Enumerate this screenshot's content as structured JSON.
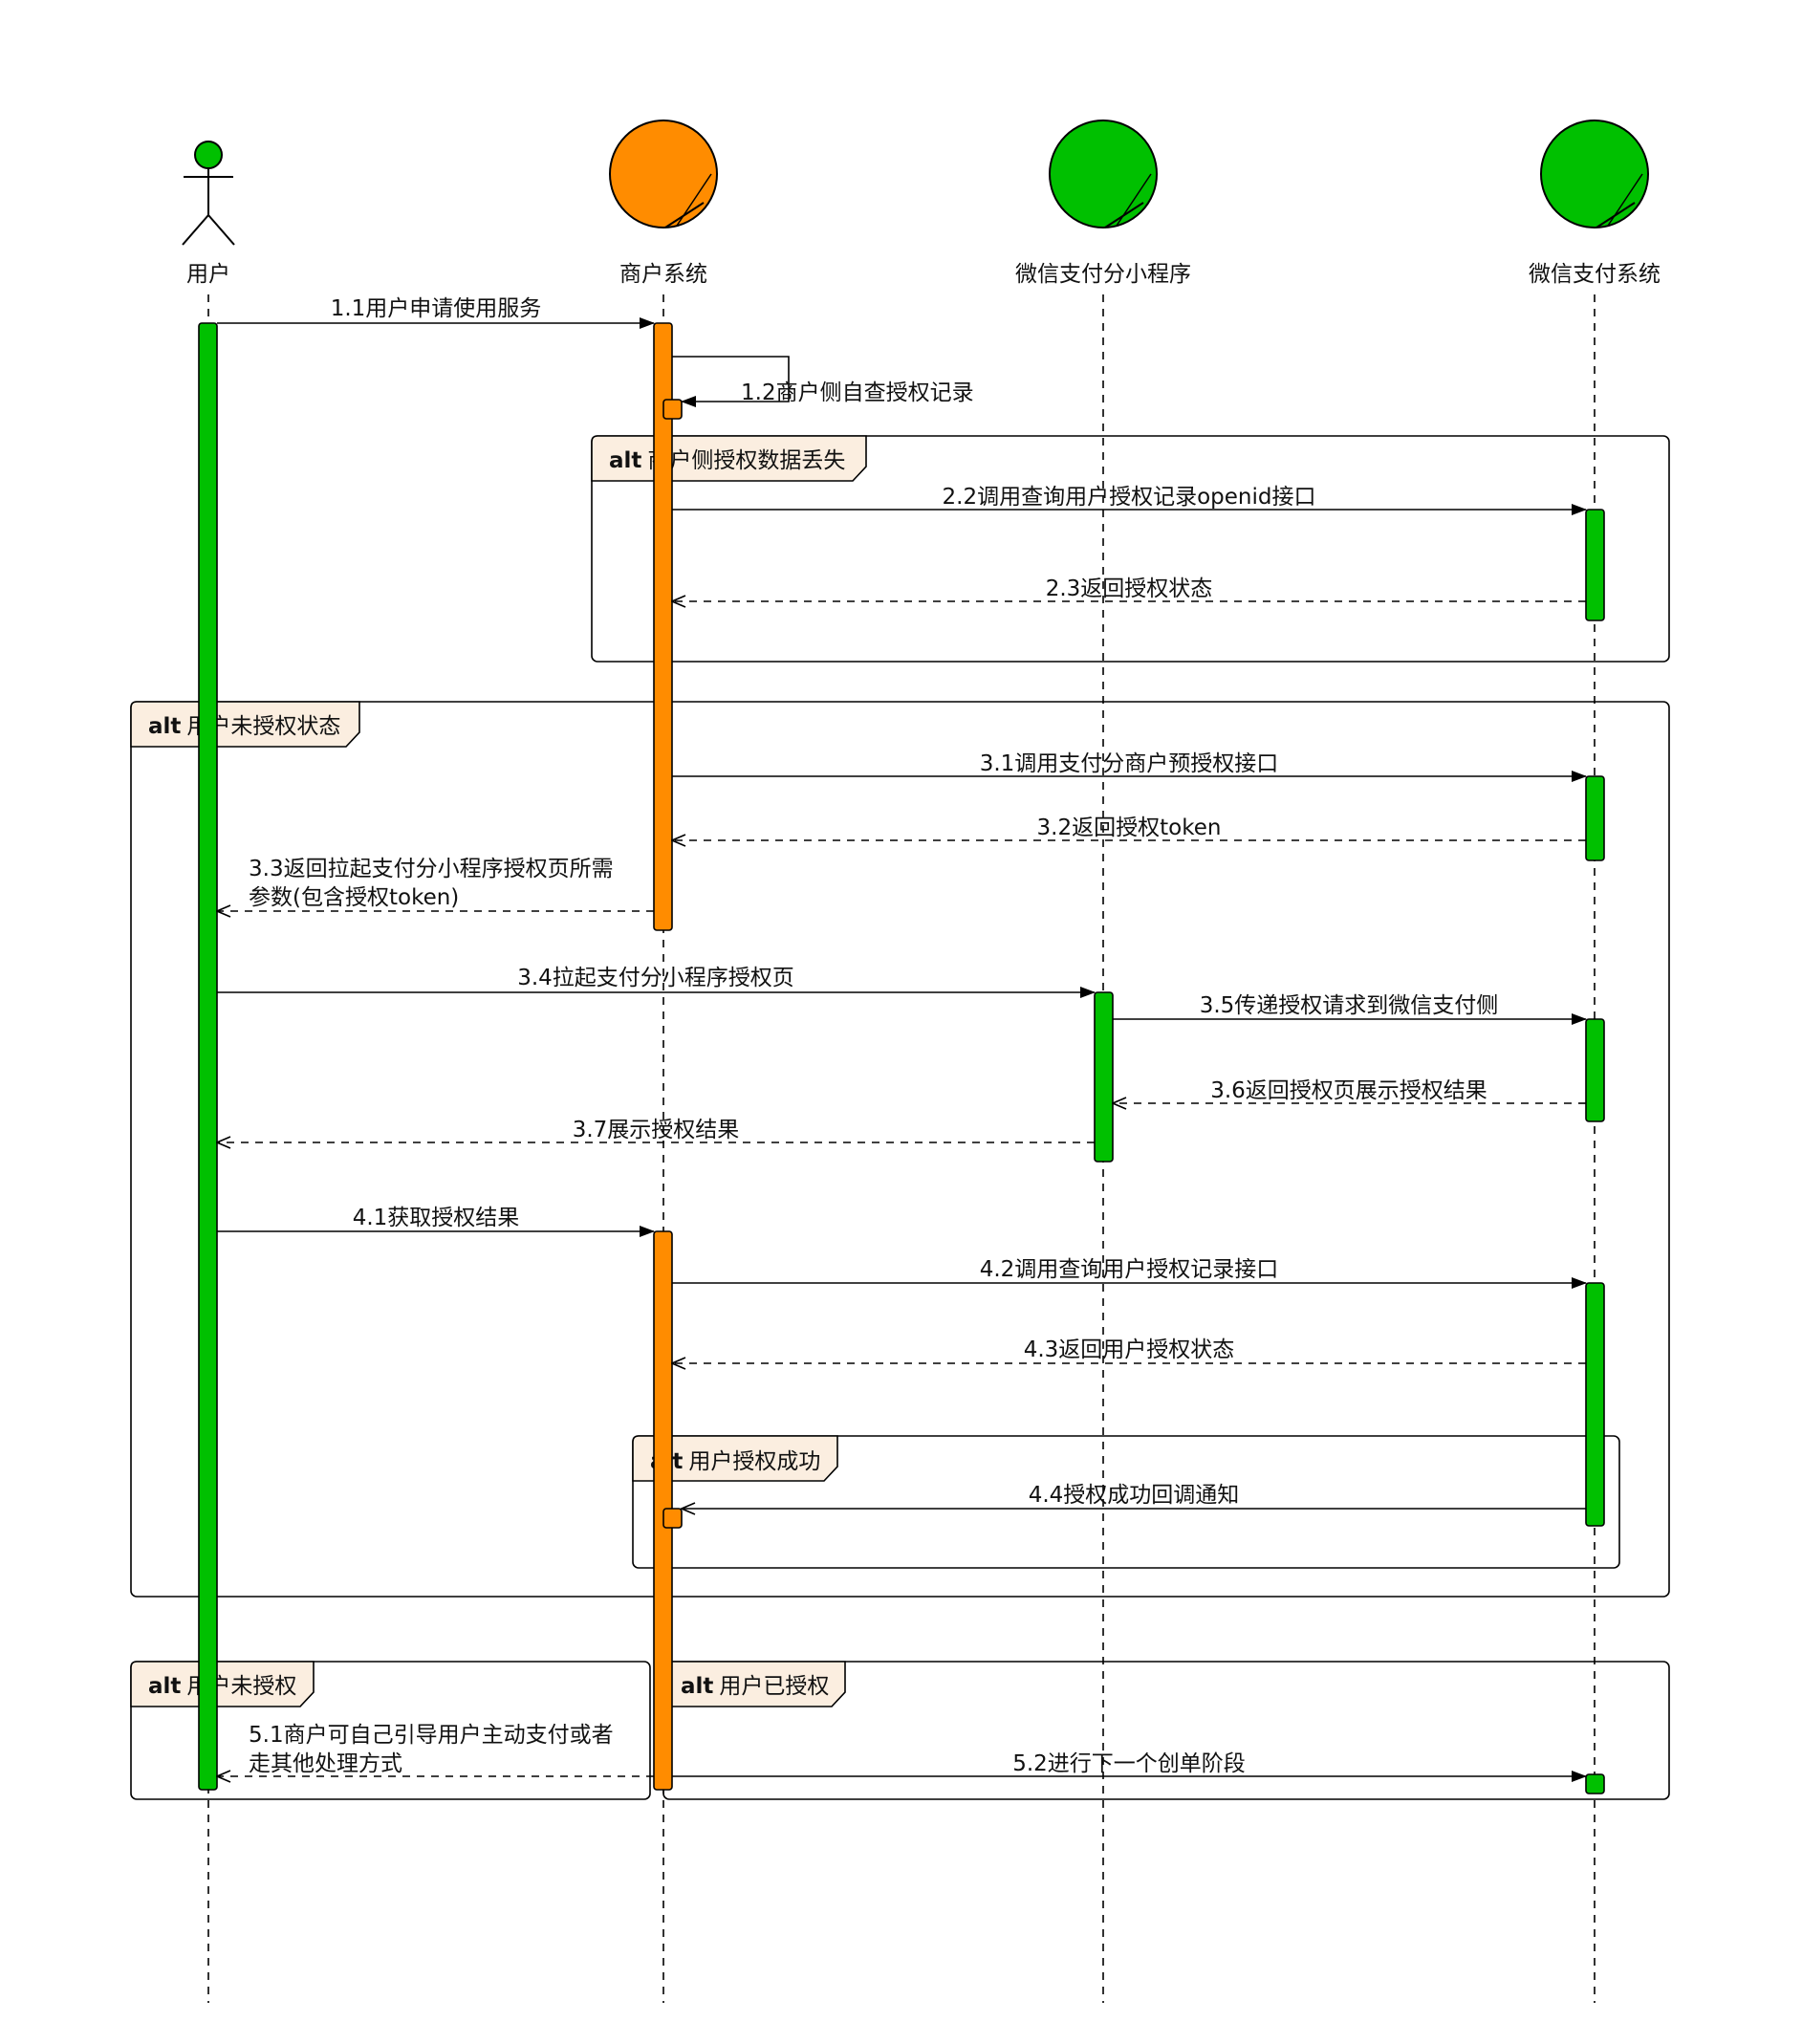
{
  "colors": {
    "user": "#00c000",
    "merchant": "#ff8c00",
    "wechat": "#00c000",
    "frame_tab": "#fbeee0",
    "line": "#000000"
  },
  "participants": [
    {
      "id": "user",
      "label": "用户",
      "kind": "actor"
    },
    {
      "id": "merchant",
      "label": "商户系统",
      "kind": "control"
    },
    {
      "id": "miniprogram",
      "label": "微信支付分小程序",
      "kind": "control"
    },
    {
      "id": "wechatpay",
      "label": "微信支付系统",
      "kind": "control"
    }
  ],
  "frames": [
    {
      "id": "f1",
      "keyword": "alt",
      "label": "商户侧授权数据丢失"
    },
    {
      "id": "f2",
      "keyword": "alt",
      "label": "用户未授权状态"
    },
    {
      "id": "f3",
      "keyword": "alt",
      "label": "用户授权成功"
    },
    {
      "id": "f4",
      "keyword": "alt",
      "label": "用户未授权"
    },
    {
      "id": "f5",
      "keyword": "alt",
      "label": "用户已授权"
    }
  ],
  "messages": [
    {
      "id": "m1_1",
      "label": "1.1用户申请使用服务",
      "type": "sync"
    },
    {
      "id": "m1_2",
      "label": "1.2商户侧自查授权记录",
      "type": "self"
    },
    {
      "id": "m2_2",
      "label": "2.2调用查询用户授权记录openid接口",
      "type": "sync"
    },
    {
      "id": "m2_3",
      "label": "2.3返回授权状态",
      "type": "return"
    },
    {
      "id": "m3_1",
      "label": "3.1调用支付分商户预授权接口",
      "type": "sync"
    },
    {
      "id": "m3_2",
      "label": "3.2返回授权token",
      "type": "return"
    },
    {
      "id": "m3_3",
      "lines": [
        "3.3返回拉起支付分小程序授权页所需",
        "参数(包含授权token)"
      ],
      "type": "return"
    },
    {
      "id": "m3_4",
      "label": "3.4拉起支付分小程序授权页",
      "type": "sync"
    },
    {
      "id": "m3_5",
      "label": "3.5传递授权请求到微信支付侧",
      "type": "sync"
    },
    {
      "id": "m3_6",
      "label": "3.6返回授权页展示授权结果",
      "type": "return"
    },
    {
      "id": "m3_7",
      "label": "3.7展示授权结果",
      "type": "return"
    },
    {
      "id": "m4_1",
      "label": "4.1获取授权结果",
      "type": "sync"
    },
    {
      "id": "m4_2",
      "label": "4.2调用查询用户授权记录接口",
      "type": "sync"
    },
    {
      "id": "m4_3",
      "label": "4.3返回用户授权状态",
      "type": "return"
    },
    {
      "id": "m4_4",
      "label": "4.4授权成功回调通知",
      "type": "async"
    },
    {
      "id": "m5_1",
      "lines": [
        "5.1商户可自己引导用户主动支付或者",
        "走其他处理方式"
      ],
      "type": "return"
    },
    {
      "id": "m5_2",
      "label": "5.2进行下一个创单阶段",
      "type": "sync"
    }
  ]
}
